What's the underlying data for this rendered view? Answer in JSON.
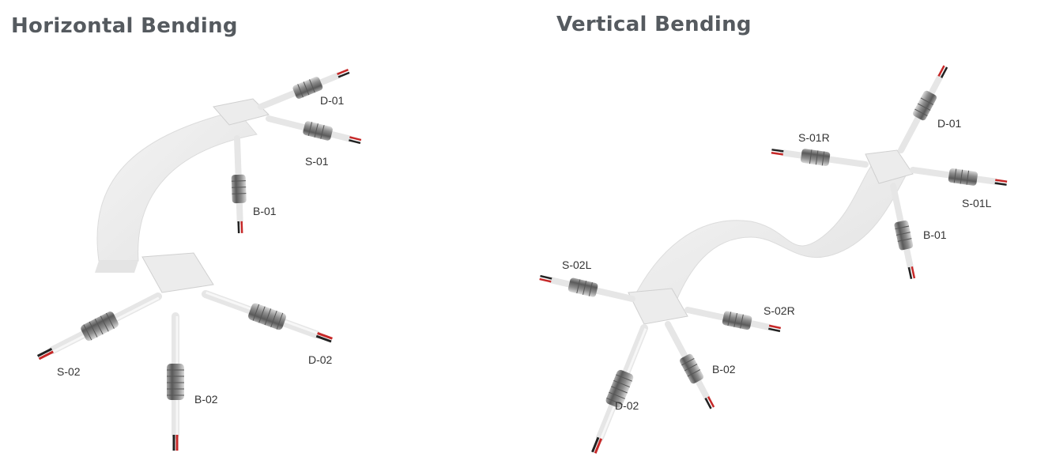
{
  "headings": {
    "horizontal": "Horizontal Bending",
    "vertical": "Vertical Bending"
  },
  "horizontal_labels": [
    "D-01",
    "S-01",
    "B-01",
    "S-02",
    "D-02",
    "B-02"
  ],
  "vertical_labels": [
    "S-01R",
    "D-01",
    "S-01L",
    "B-01",
    "S-02L",
    "S-02R",
    "B-02",
    "D-02"
  ],
  "colors": {
    "strip": "#eeeeee",
    "metal": "#8a8a8a",
    "wire_red": "#c62828",
    "label": "#333333"
  }
}
